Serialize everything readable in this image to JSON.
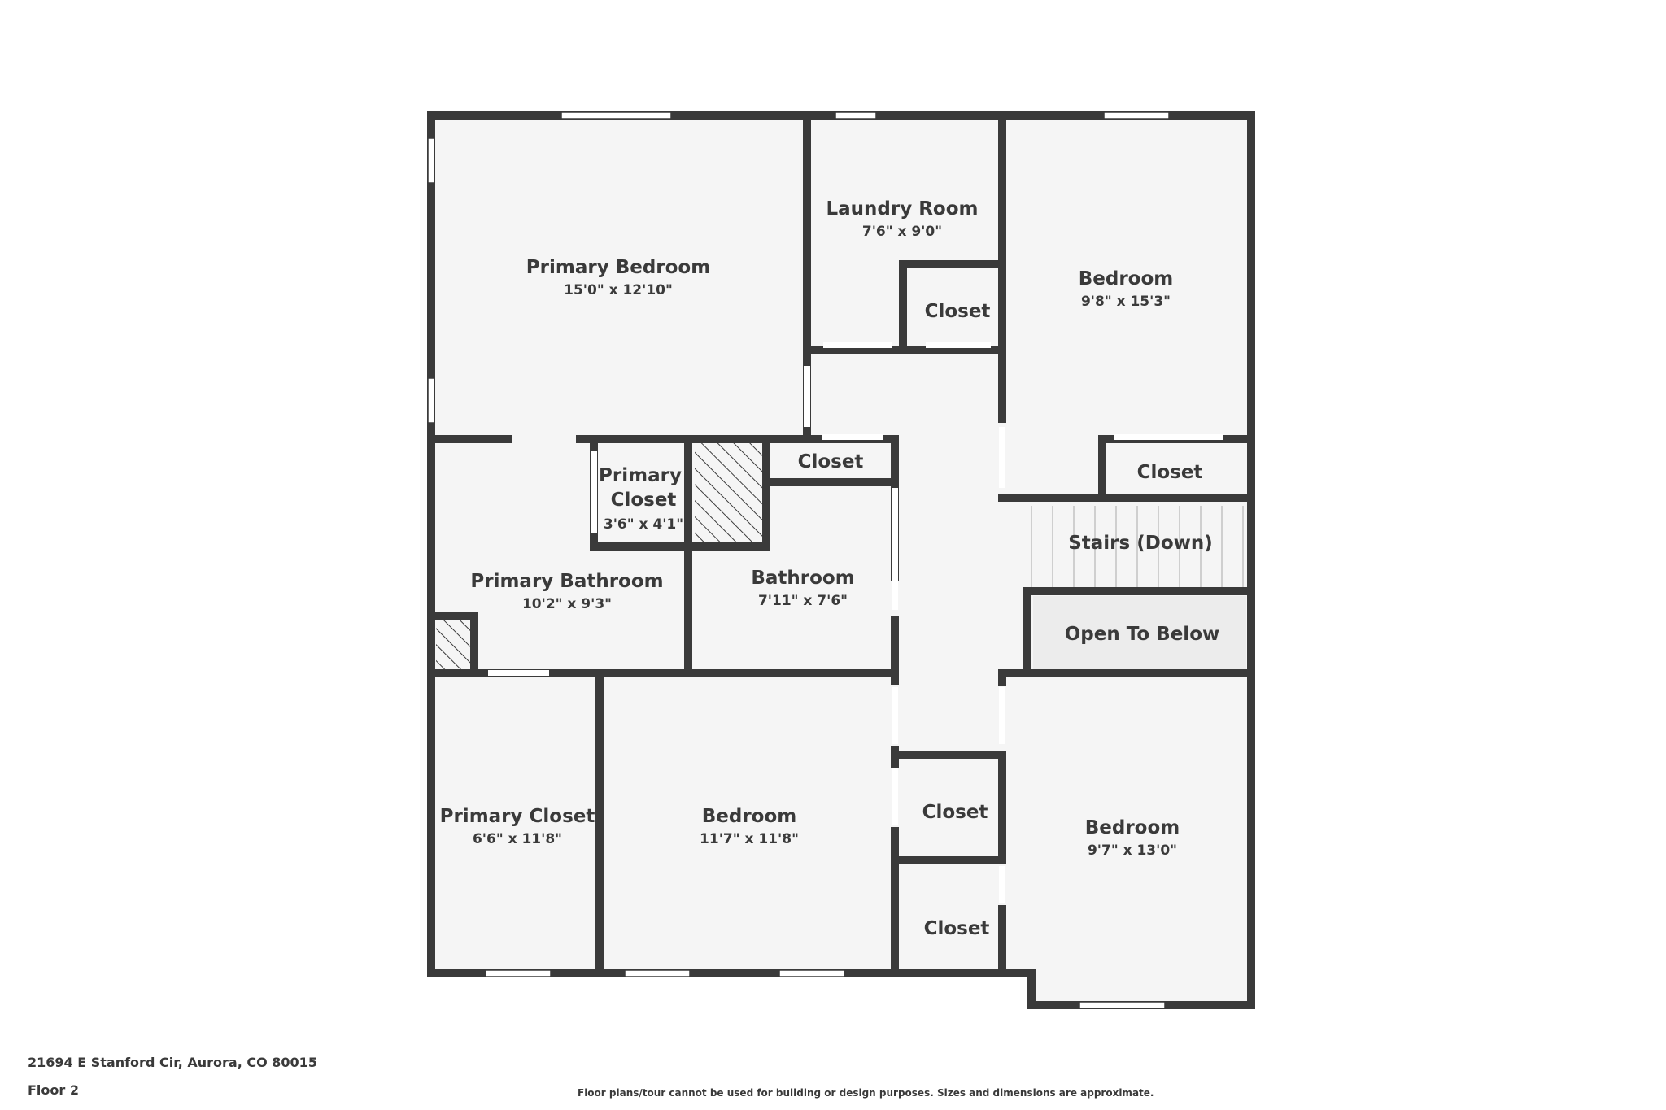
{
  "plan": {
    "rooms": [
      {
        "id": "primary-bedroom",
        "name": "Primary Bedroom",
        "dim": "15'0\" x 12'10\""
      },
      {
        "id": "laundry-room",
        "name": "Laundry Room",
        "dim": "7'6\" x 9'0\""
      },
      {
        "id": "laundry-closet",
        "name": "Closet",
        "dim": ""
      },
      {
        "id": "bedroom-ne",
        "name": "Bedroom",
        "dim": "9'8\" x 15'3\""
      },
      {
        "id": "closet-ne",
        "name": "Closet",
        "dim": ""
      },
      {
        "id": "primary-closet-small",
        "name": "Primary Closet",
        "dim": "3'6\" x 4'1\""
      },
      {
        "id": "hall-closet",
        "name": "Closet",
        "dim": ""
      },
      {
        "id": "primary-bathroom",
        "name": "Primary Bathroom",
        "dim": "10'2\" x 9'3\""
      },
      {
        "id": "bathroom",
        "name": "Bathroom",
        "dim": "7'11\" x 7'6\""
      },
      {
        "id": "stairs",
        "name": "Stairs (Down)",
        "dim": ""
      },
      {
        "id": "open-to-below",
        "name": "Open To Below",
        "dim": ""
      },
      {
        "id": "primary-closet",
        "name": "Primary Closet",
        "dim": "6'6\" x 11'8\""
      },
      {
        "id": "bedroom-sw",
        "name": "Bedroom",
        "dim": "11'7\" x 11'8\""
      },
      {
        "id": "closet-mid-1",
        "name": "Closet",
        "dim": ""
      },
      {
        "id": "closet-mid-2",
        "name": "Closet",
        "dim": ""
      },
      {
        "id": "bedroom-se",
        "name": "Bedroom",
        "dim": "9'7\" x 13'0\""
      }
    ]
  },
  "footer": {
    "address": "21694 E Stanford Cir, Aurora, CO 80015",
    "floor": "Floor 2",
    "disclaimer": "Floor plans/tour cannot be used for building or design purposes. Sizes and dimensions are approximate."
  },
  "colors": {
    "wall": "#3a3a3a",
    "floor": "#f5f5f5",
    "open_to_below": "#ececec",
    "text": "#3a3a3a"
  }
}
